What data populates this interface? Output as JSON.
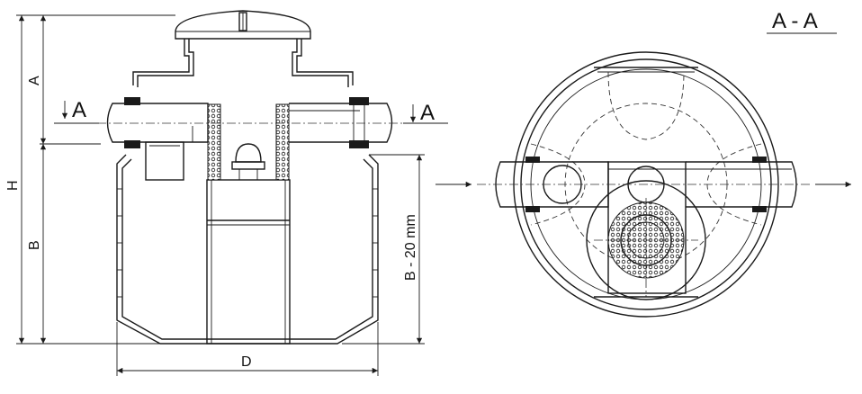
{
  "section_title": "A - A",
  "section_marker_left": "A",
  "section_marker_right": "A",
  "dimensions": {
    "height_total": "H",
    "upper": "A",
    "lower": "B",
    "lower_minus": "B - 20 mm",
    "diameter": "D"
  }
}
